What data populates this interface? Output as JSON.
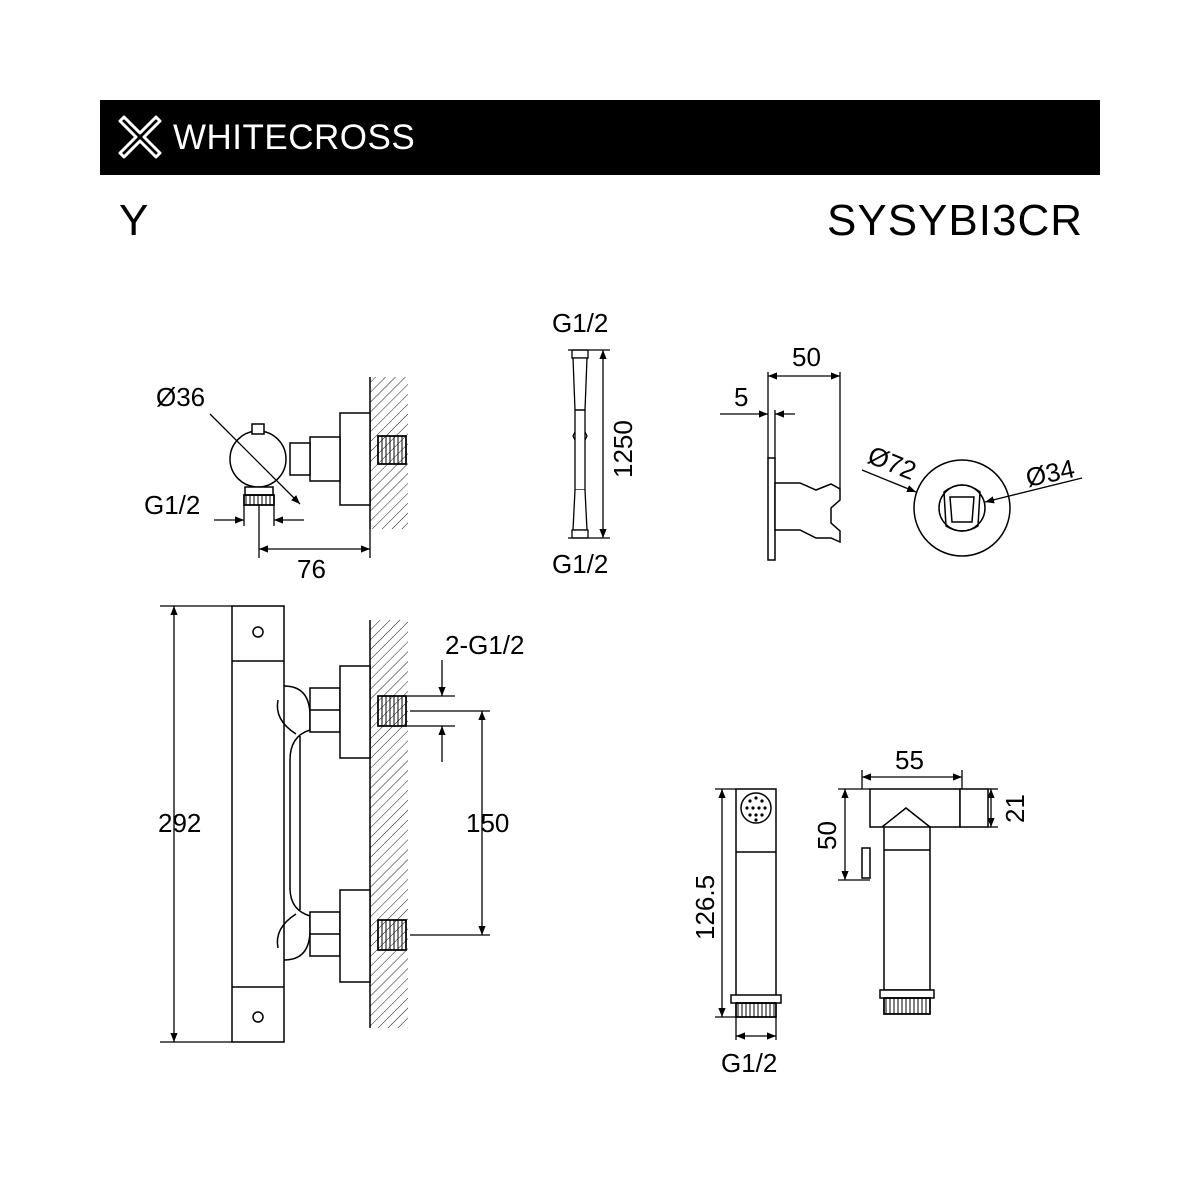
{
  "brand": {
    "name": "WHITECROSS",
    "logo": "cross-logo-icon"
  },
  "series": "Y",
  "model": "SYSYBI3CR",
  "dimensions": {
    "valve_diameter": "Ø36",
    "valve_outlet_thread": "G1/2",
    "valve_wall_depth": "76",
    "hose_top_thread": "G1/2",
    "hose_length": "1250",
    "hose_bottom_thread": "G1/2",
    "holder_depth": "50",
    "holder_plate": "5",
    "holder_rosette": "Ø72",
    "holder_hole": "Ø34",
    "valve_height": "292",
    "inlet_threads": "2-G1/2",
    "inlet_spacing": "150",
    "sprayer_length": "126.5",
    "sprayer_thread": "G1/2",
    "bracket_width": "55",
    "bracket_height": "50",
    "bracket_outlet": "21"
  },
  "colors": {
    "banner": "#000000",
    "brand_text": "#ffffff",
    "line": "#000000"
  }
}
